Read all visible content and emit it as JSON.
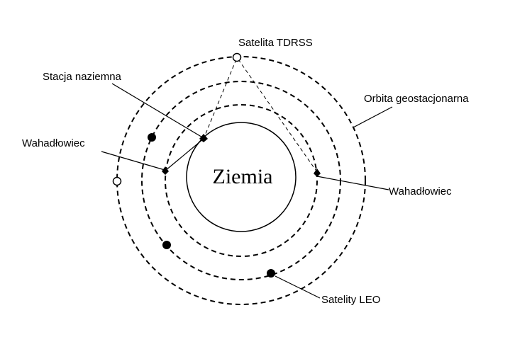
{
  "diagram": {
    "center_label": "Ziemia",
    "labels": {
      "tdrss": "Satelita TDRSS",
      "ground_station": "Stacja naziemna",
      "geo_orbit": "Orbita geostacjonarna",
      "shuttle_left": "Wahadłowiec",
      "shuttle_right": "Wahadłowiec",
      "leo": "Satelity LEO"
    },
    "colors": {
      "stroke": "#000000",
      "background": "#ffffff"
    }
  }
}
